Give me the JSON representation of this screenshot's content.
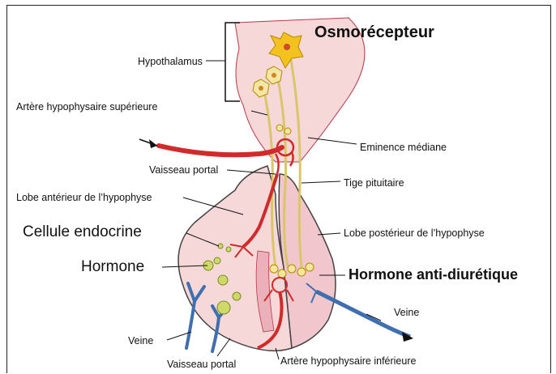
{
  "labels": {
    "osmorecepteur": "Osmorécepteur",
    "hypothalamus": "Hypothalamus",
    "artere_sup": "Artère hypophysaire supérieure",
    "eminence": "Eminence médiane",
    "vaisseau_portal_top": "Vaisseau portal",
    "tige": "Tige pituitaire",
    "lobe_anterieur": "Lobe antérieur de l’hypophyse",
    "cellule": "Cellule endocrine",
    "lobe_posterieur": "Lobe postérieur de l’hypophyse",
    "hormone": "Hormone",
    "adh": "Hormone anti-diurétique",
    "veine_right": "Veine",
    "veine_left": "Veine",
    "vaisseau_portal_bottom": "Vaisseau portal",
    "artere_inf": "Artère hypophysaire inférieure"
  },
  "colors": {
    "tissue": "#f6d8d8",
    "tissue_dark": "#e9b7bd",
    "artery": "#d02a2a",
    "vein": "#3f6fae",
    "neuron": "#f2e6a0",
    "neuron_body": "#f4c21e",
    "granule": "#cfd96a"
  }
}
